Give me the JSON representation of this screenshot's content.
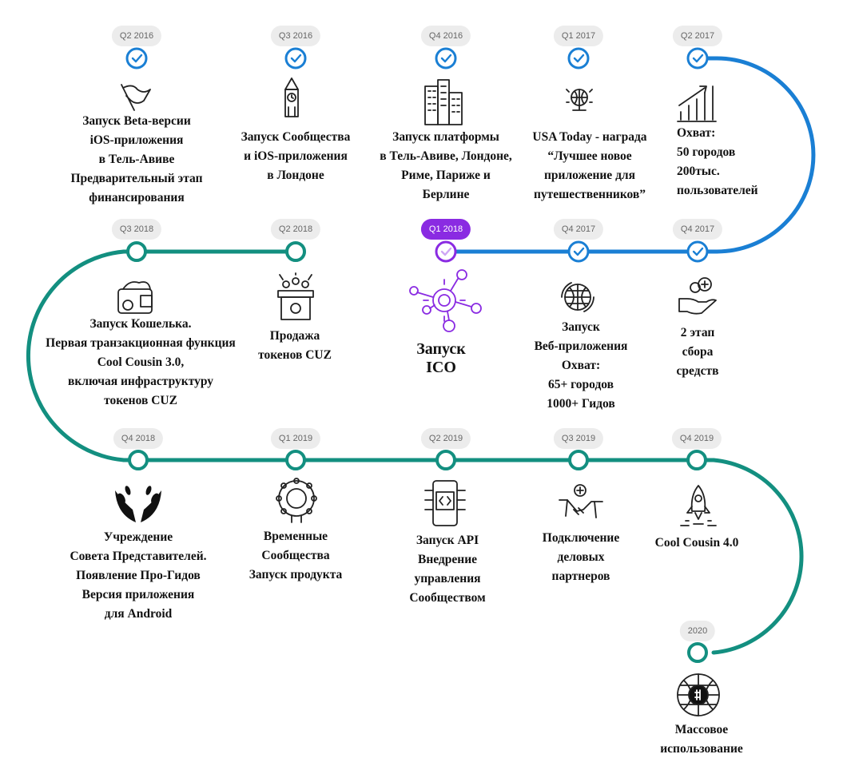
{
  "milestones": [
    {
      "id": "q2-2016",
      "date": "Q2 2016",
      "status": "done",
      "icon": "flag-icon",
      "lines": [
        "Запуск Beta-версии",
        "iOS-приложения",
        "в Тель-Авиве",
        "Предварительный этап",
        "финансирования"
      ]
    },
    {
      "id": "q3-2016",
      "date": "Q3 2016",
      "status": "done",
      "icon": "big-ben-icon",
      "lines": [
        "Запуск Сообщества",
        "и iOS-приложения",
        "в Лондоне"
      ]
    },
    {
      "id": "q4-2016",
      "date": "Q4 2016",
      "status": "done",
      "icon": "city-buildings-icon",
      "lines": [
        "Запуск платформы",
        "в Тель-Авиве, Лондоне,",
        "Риме, Париже и",
        "Берлине"
      ]
    },
    {
      "id": "q1-2017",
      "date": "Q1 2017",
      "status": "done",
      "icon": "globe-award-icon",
      "lines": [
        "USA Today - награда",
        "“Лучшее новое",
        "приложение для",
        "путешественников”"
      ]
    },
    {
      "id": "q2-2017",
      "date": "Q2 2017",
      "status": "done",
      "icon": "growth-chart-icon",
      "lines": [
        "Охват:",
        "50 городов",
        "200тыс.",
        "пользователей"
      ]
    },
    {
      "id": "q4-2017-a",
      "date": "Q4 2017",
      "status": "done",
      "icon": "coin-hand-icon",
      "lines": [
        "2 этап",
        "сбора",
        "средств"
      ]
    },
    {
      "id": "q4-2017-b",
      "date": "Q4 2017",
      "status": "done",
      "icon": "web-globe-icon",
      "lines": [
        "Запуск",
        "Веб-приложения",
        "Охват:",
        "65+ городов",
        "1000+ Гидов"
      ]
    },
    {
      "id": "q1-2018",
      "date": "Q1 2018",
      "status": "current",
      "icon": "ico-network-icon",
      "lines": [
        "Запуск",
        "ICO"
      ]
    },
    {
      "id": "q2-2018",
      "date": "Q2 2018",
      "status": "upcoming",
      "icon": "token-box-icon",
      "lines": [
        "Продажа",
        "токенов CUZ"
      ]
    },
    {
      "id": "q3-2018",
      "date": "Q3 2018",
      "status": "upcoming",
      "icon": "wallet-icon",
      "lines": [
        "Запуск Кошелька.",
        "Первая транзакционная функция",
        "Cool Cousin 3.0,",
        "включая инфраструктуру",
        "токенов CUZ"
      ]
    },
    {
      "id": "q4-2018",
      "date": "Q4 2018",
      "status": "upcoming",
      "icon": "laurel-icon",
      "lines": [
        "Учреждение",
        "Совета Представителей.",
        "Появление Про-Гидов",
        "Версия приложения",
        "для Android"
      ]
    },
    {
      "id": "q1-2019",
      "date": "Q1 2019",
      "status": "upcoming",
      "icon": "community-ring-icon",
      "lines": [
        "Временные",
        "Сообщества",
        "Запуск продукта"
      ]
    },
    {
      "id": "q2-2019",
      "date": "Q2 2019",
      "status": "upcoming",
      "icon": "api-mobile-icon",
      "lines": [
        "Запуск API",
        "Внедрение",
        "управления",
        "Сообществом"
      ]
    },
    {
      "id": "q3-2019",
      "date": "Q3 2019",
      "status": "upcoming",
      "icon": "handshake-icon",
      "lines": [
        "Подключение",
        "деловых",
        "партнеров"
      ]
    },
    {
      "id": "q4-2019",
      "date": "Q4 2019",
      "status": "upcoming",
      "icon": "rocket-icon",
      "lines": [
        "Cool Cousin 4.0"
      ]
    },
    {
      "id": "2020",
      "date": "2020",
      "status": "upcoming",
      "icon": "crypto-globe-icon",
      "lines": [
        "Массовое",
        "использование"
      ]
    }
  ],
  "colors": {
    "done": "#1a7fd4",
    "current": "#8a2be2",
    "upcoming": "#138f80",
    "pill_bg": "#ececec",
    "pill_text": "#666666"
  }
}
